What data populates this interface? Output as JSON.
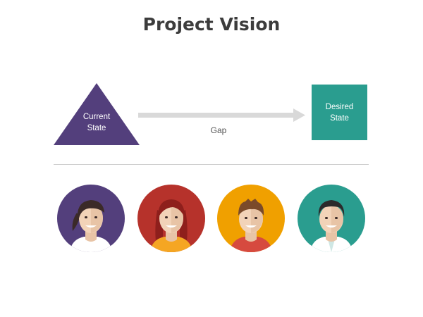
{
  "title": "Project Vision",
  "current_state": {
    "line1": "Current",
    "line2": "State",
    "color": "#533f7c"
  },
  "desired_state": {
    "line1": "Desired",
    "line2": "State",
    "color": "#2a9d8f"
  },
  "gap_label": "Gap",
  "avatars": [
    {
      "icon": "woman-ponytail-avatar-icon",
      "bg": "#533f7c"
    },
    {
      "icon": "woman-long-hair-avatar-icon",
      "bg": "#b6322b"
    },
    {
      "icon": "man-red-shirt-avatar-icon",
      "bg": "#f0a000"
    },
    {
      "icon": "man-white-shirt-avatar-icon",
      "bg": "#2a9d8f"
    }
  ]
}
